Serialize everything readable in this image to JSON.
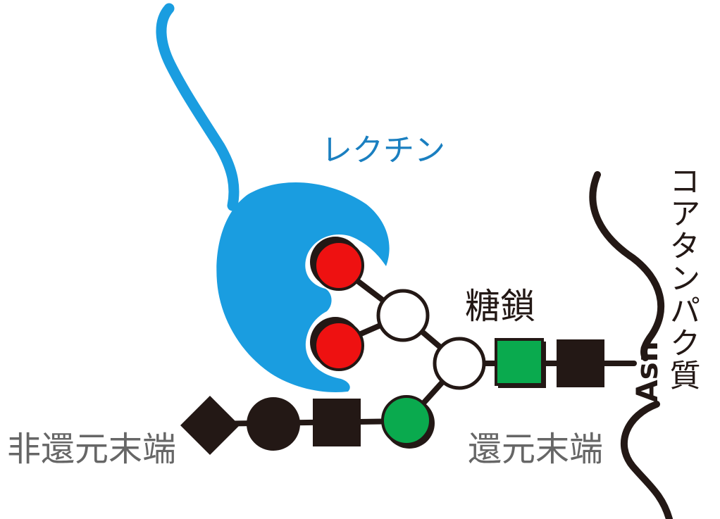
{
  "labels": {
    "lectin": "レクチン",
    "glycan": "糖鎖",
    "non_reducing_end": "非還元末端",
    "reducing_end": "還元末端",
    "core_protein": "コアタンパク質",
    "asn": "Asn"
  },
  "colors": {
    "lectin": "#1a9de0",
    "lectin_label": "#1a7fc0",
    "red_sugar": "#ee1111",
    "green_sugar": "#0aaa4e",
    "dark": "#231815",
    "gray_text": "#666666",
    "white": "#ffffff"
  },
  "icons": {
    "lectin": "lectin-shape",
    "protein_backbone": "wavy-line"
  }
}
